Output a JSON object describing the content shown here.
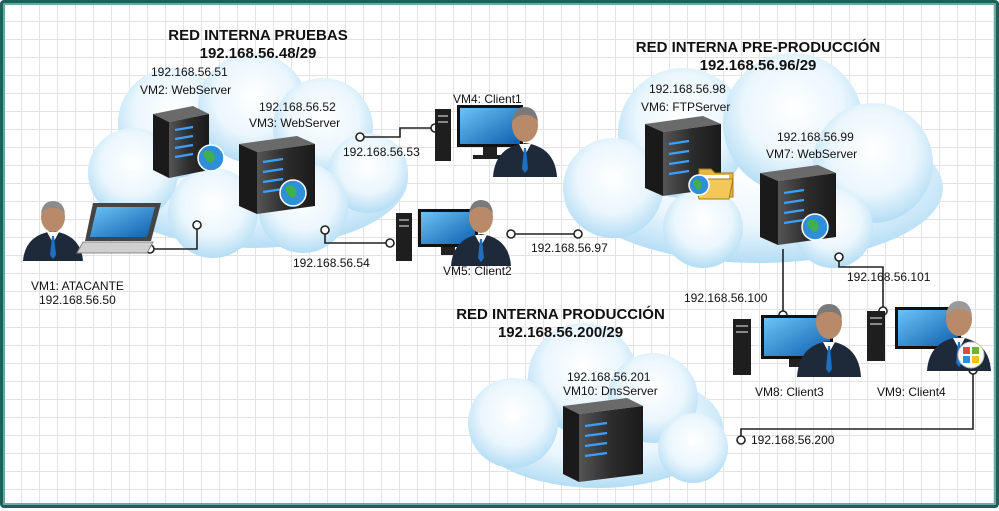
{
  "networks": {
    "pruebas": {
      "title": "RED INTERNA PRUEBAS",
      "subnet": "192.168.56.48/29"
    },
    "preproduccion": {
      "title": "RED INTERNA PRE-PRODUCCIÓN",
      "subnet": "192.168.56.96/29"
    },
    "produccion": {
      "title": "RED INTERNA PRODUCCIÓN",
      "subnet": "192.168.56.200/29"
    }
  },
  "machines": {
    "vm1": {
      "name": "VM1: ATACANTE",
      "ip": "192.168.56.50"
    },
    "vm2": {
      "name": "VM2: WebServer",
      "ip": "192.168.56.51"
    },
    "vm3": {
      "name": "VM3: WebServer",
      "ip": "192.168.56.52"
    },
    "vm4": {
      "name": "VM4: Client1",
      "ip": "192.168.56.53"
    },
    "vm5": {
      "name": "VM5: Client2",
      "ip": "192.168.56.54"
    },
    "vm5_link_ip": "192.168.56.97",
    "vm6": {
      "name": "VM6: FTPServer",
      "ip": "192.168.56.98"
    },
    "vm7": {
      "name": "VM7: WebServer",
      "ip": "192.168.56.99"
    },
    "vm8": {
      "name": "VM8: Client3",
      "ip": "192.168.56.100"
    },
    "vm9": {
      "name": "VM9: Client4",
      "ip": "192.168.56.101"
    },
    "vm9_link_ip": "192.168.56.200",
    "vm10": {
      "name": "VM10: DnsServer",
      "ip": "192.168.56.201"
    }
  },
  "colors": {
    "cloud_light": "#eaf6fd",
    "cloud_dark": "#a9d8f3",
    "server_body": "#3a3a3a",
    "monitor_screen": "#1e88d8",
    "suit": "#1e2a3a",
    "tie": "#1f6fc0",
    "globe": "#2f8fd8",
    "folder": "#e8b642"
  },
  "icons": [
    "user-icon",
    "laptop-icon",
    "server-icon",
    "globe-icon",
    "folder-icon",
    "desktop-icon",
    "windows-logo-icon"
  ]
}
